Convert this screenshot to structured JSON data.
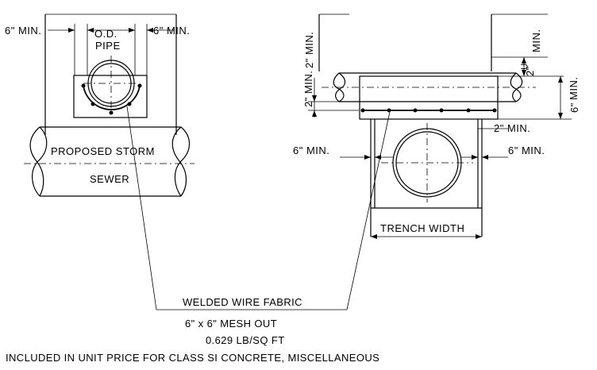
{
  "left_detail": {
    "min_left": "6\" MIN.",
    "od": "O.D.",
    "pipe": "PIPE",
    "min_right": "6\" MIN.",
    "storm_line1": "PROPOSED STORM",
    "storm_line2": "SEWER"
  },
  "right_detail": {
    "min_top_left": "2\" MIN.",
    "min_top_right": "MIN.",
    "min_top_inner": "2\"",
    "min_far_right": "MIN.",
    "min_far_right_in": "6\"",
    "min_mid_left": "2\" MIN.",
    "min_side_right": "2\" MIN.",
    "min_left": "6\" MIN.",
    "min_right": "6\" MIN.",
    "trench_width": "TRENCH WIDTH"
  },
  "notes": {
    "fabric": "WELDED WIRE FABRIC",
    "mesh": "6\" x 6\" MESH OUT",
    "weight": "0.629 LB/SQ FT",
    "included": "INCLUDED IN UNIT PRICE FOR CLASS SI CONCRETE, MISCELLANEOUS"
  }
}
